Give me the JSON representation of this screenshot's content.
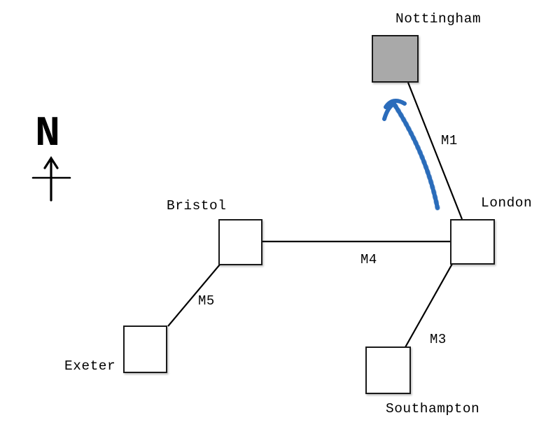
{
  "compass": {
    "label": "N"
  },
  "cities": {
    "nottingham": {
      "label": "Nottingham",
      "highlighted": true
    },
    "bristol": {
      "label": "Bristol"
    },
    "london": {
      "label": "London"
    },
    "exeter": {
      "label": "Exeter"
    },
    "southampton": {
      "label": "Southampton"
    }
  },
  "roads": {
    "m1": {
      "label": "M1",
      "connects": [
        "London",
        "Nottingham"
      ]
    },
    "m4": {
      "label": "M4",
      "connects": [
        "Bristol",
        "London"
      ]
    },
    "m5": {
      "label": "M5",
      "connects": [
        "Exeter",
        "Bristol"
      ]
    },
    "m3": {
      "label": "M3",
      "connects": [
        "Southampton",
        "London"
      ]
    }
  },
  "route_arrow": {
    "from": "London",
    "to": "Nottingham",
    "color": "#2B6CBB"
  },
  "colors": {
    "highlight_fill": "#A9A9A9",
    "line": "#000000",
    "background": "#FFFFFF"
  }
}
